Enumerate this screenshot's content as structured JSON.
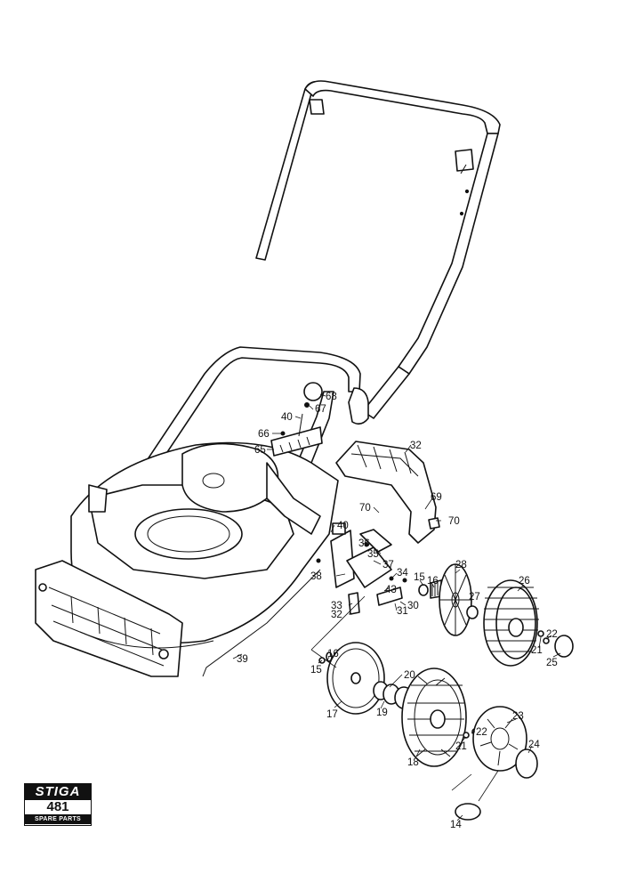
{
  "brand": {
    "logo": "STIGA",
    "model_number": "481",
    "subtitle": "SPARE PARTS"
  },
  "callouts": [
    "68",
    "67",
    "40",
    "66",
    "65",
    "32",
    "69",
    "70",
    "70",
    "40",
    "36",
    "35",
    "38",
    "37",
    "34",
    "15",
    "16",
    "28",
    "26",
    "43",
    "27",
    "30",
    "33",
    "32",
    "31",
    "39",
    "22",
    "21",
    "25",
    "16",
    "20",
    "15",
    "19",
    "17",
    "23",
    "22",
    "21",
    "24",
    "18",
    "14"
  ]
}
